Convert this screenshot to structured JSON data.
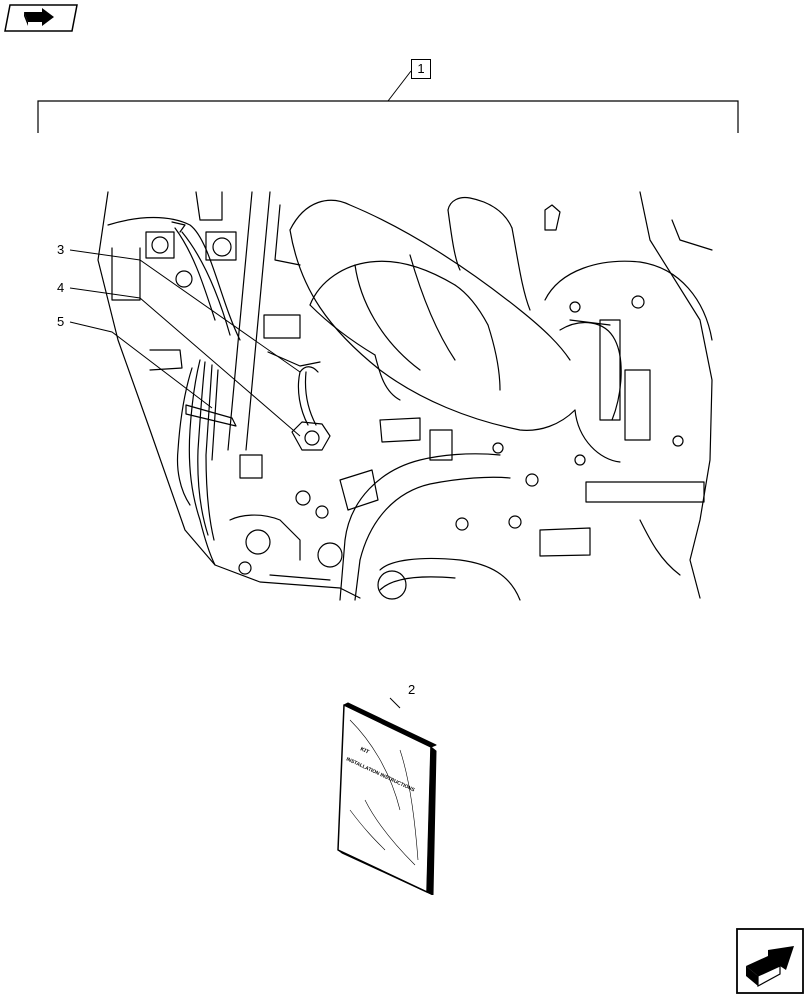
{
  "callouts": {
    "kit": "1",
    "manual": "2",
    "part_3": "3",
    "part_4": "4",
    "part_5": "5"
  },
  "manual": {
    "title_line_1": "KIT",
    "title_line_2": "INSTALLATION INSTRUCTIONS"
  },
  "icons": {
    "top_left": "previous-page-icon",
    "bottom_right": "next-page-icon"
  },
  "colors": {
    "line": "#000000",
    "background": "#ffffff"
  }
}
